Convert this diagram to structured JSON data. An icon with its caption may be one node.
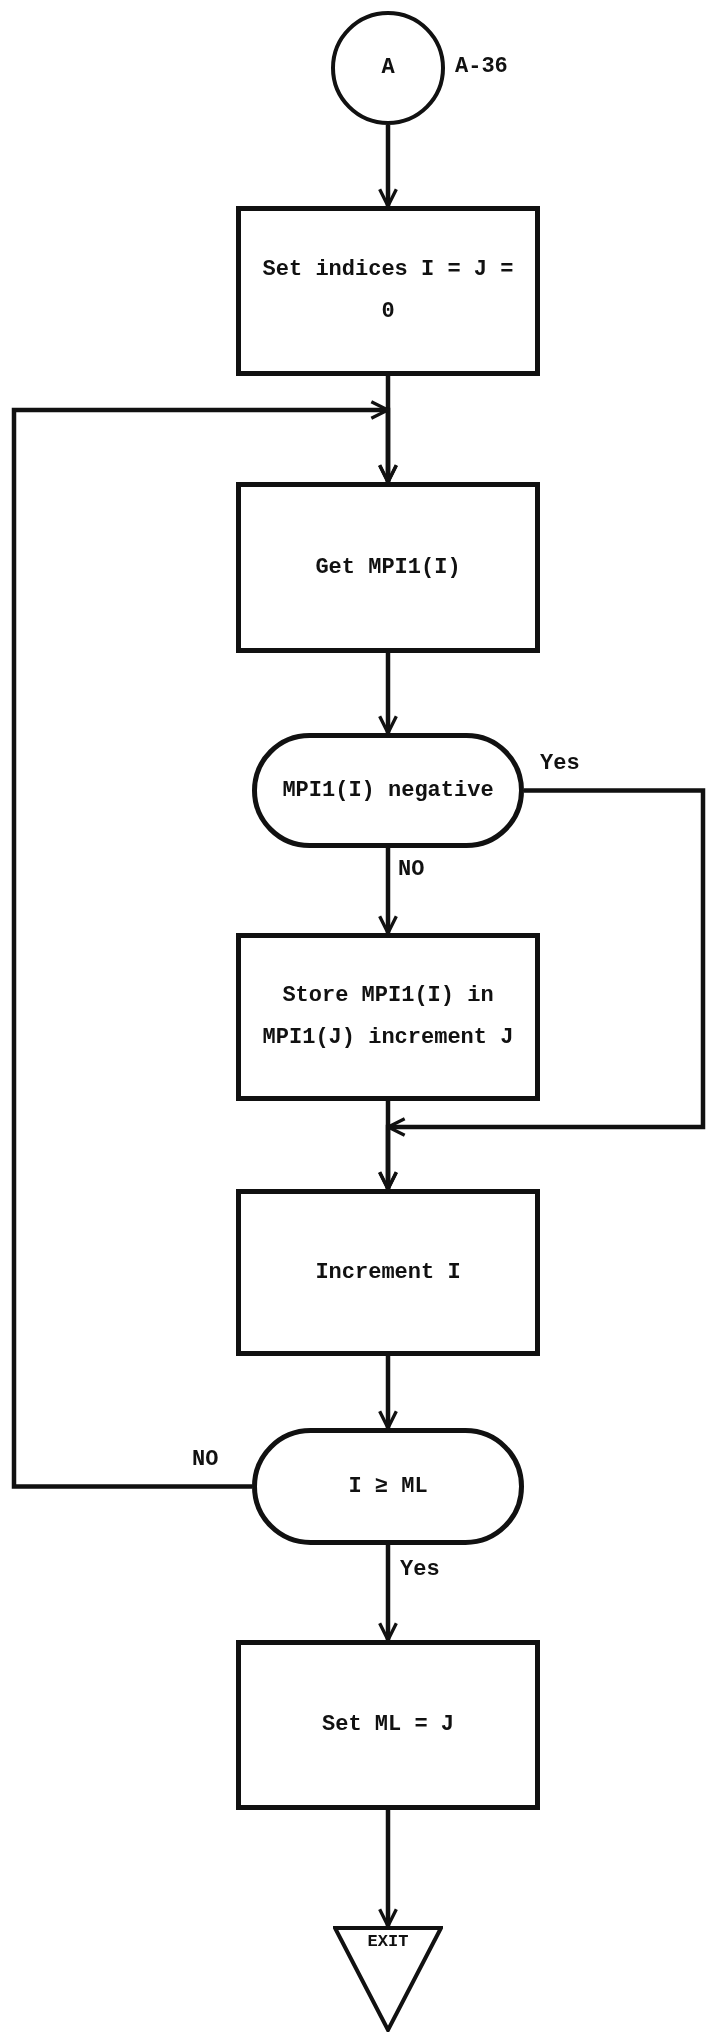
{
  "diagram": {
    "nodes": [
      {
        "text": [
          "A"
        ],
        "beside": [
          "A-36"
        ]
      },
      {
        "text": [
          "Set indices I = J = 0"
        ]
      },
      {
        "text": [
          "Get MPI1(I)"
        ]
      },
      {
        "text": [
          "MPI1(I) negative"
        ]
      },
      {
        "text": [
          "Store MPI1(I) in MPI1(J) increment J"
        ]
      },
      {
        "text": [
          "Increment I"
        ]
      },
      {
        "text": [
          "I ≥ ML"
        ]
      },
      {
        "text": [
          "Set ML = J"
        ]
      },
      {
        "text": [
          "EXIT"
        ]
      }
    ],
    "edges": [
      {
        "from": 0,
        "to": 1,
        "arrow": "to"
      },
      {
        "from": 1,
        "to": 2,
        "arrow": "to"
      },
      {
        "from": 2,
        "to": 3,
        "arrow": "to"
      },
      {
        "from": 3,
        "to": 4,
        "arrow": "to",
        "label": "NO"
      },
      {
        "from": 3,
        "to": 5,
        "arrow": "to",
        "label": "Yes"
      },
      {
        "from": 4,
        "to": 5,
        "arrow": "to"
      },
      {
        "from": 5,
        "to": 6,
        "arrow": "to"
      },
      {
        "from": 6,
        "to": 2,
        "arrow": "to",
        "label": "NO"
      },
      {
        "from": 6,
        "to": 7,
        "arrow": "to",
        "label": "Yes"
      },
      {
        "from": 7,
        "to": 8,
        "arrow": "to"
      }
    ]
  }
}
